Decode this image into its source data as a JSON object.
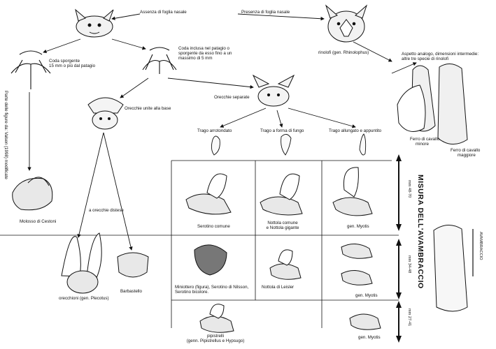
{
  "top": {
    "no_nose_leaf": "Assenza di foglia nasale",
    "nose_leaf": "Presenza di foglia nasale"
  },
  "tail": {
    "protruding": [
      "Coda sporgente",
      "15 mm o più dal patagio"
    ],
    "included": [
      "Coda inclusa nel patagio o",
      "sporgente da esso fino a un",
      "massimo di 5 mm"
    ]
  },
  "ears": {
    "joined": "Orecchie unite alla base",
    "separate": "Orecchie separate",
    "extended": "a orecchie distese"
  },
  "tragus": {
    "rounded": "Trago arrotondato",
    "mushroom": "Trago a forma di fungo",
    "pointed": "Trago allungato e appuntito"
  },
  "rhino": {
    "label": "rinolofi (gen. Rhinolophus)",
    "similar": [
      "Aspetto analogo, dimensioni intermedie:",
      "altre tre specie di rinolofi"
    ],
    "minor": [
      "Ferro di cavallo",
      "minore"
    ],
    "major": [
      "Ferro di cavallo",
      "maggiore"
    ]
  },
  "credit": "Parte delle figure da: Valsen (1998) modificate",
  "species": {
    "molosso": "Molosso di Cestoni",
    "serotino": "Serotino comune",
    "nottola": [
      "Nottola comune",
      "e Nottola gigante"
    ],
    "myotis1": "gen. Myotis",
    "orecchioni": "orecchioni (gen. Plecotus)",
    "barbastello": "Barbastello",
    "miniottero": [
      "Miniottero (figura), Serotino di Nilsson,",
      "Serotino bicolore."
    ],
    "leisler": "Nottola di Leisler",
    "myotis2": "gen. Myotis",
    "pipistrelli": [
      "pipistrelli",
      "(genn. Pipistrellus e Hypsugo)"
    ],
    "myotis3": "gen. Myotis"
  },
  "forearm": {
    "title": "MISURA DELL'AVAMBRACCIO",
    "range1": "mm 48-70",
    "range2": "mm 34-48",
    "range3": "mm 27-41",
    "inset": "AVAMBRACCIO"
  }
}
